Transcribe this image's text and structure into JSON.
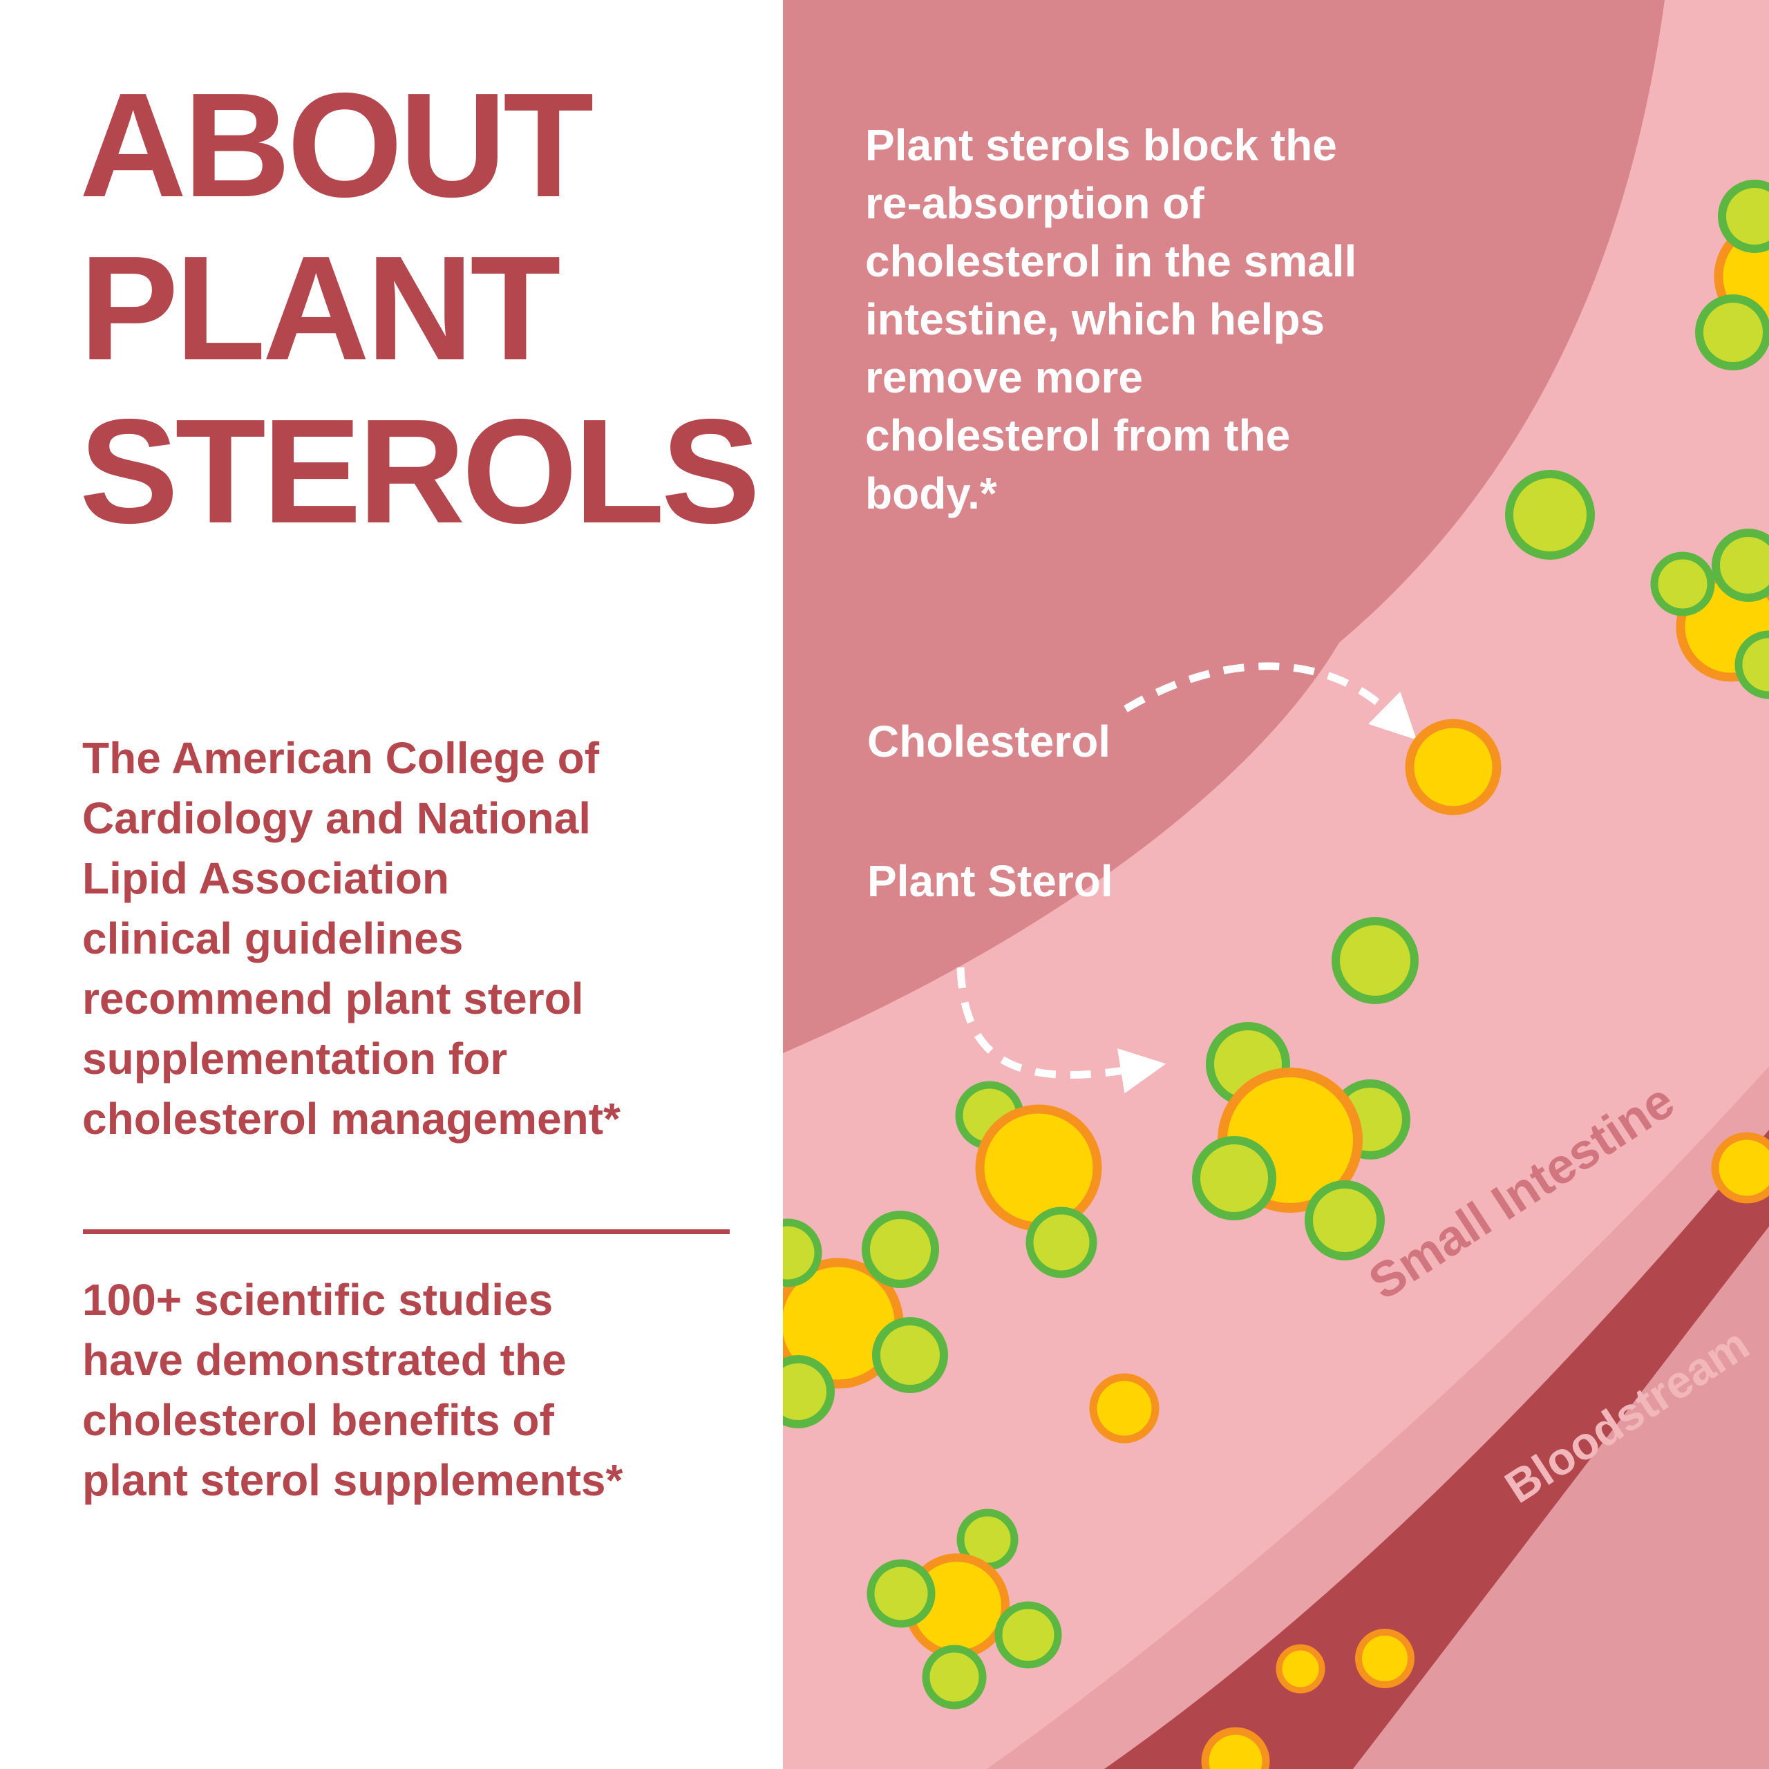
{
  "left_panel": {
    "heading": "ABOUT\nPLANT\nSTEROLS",
    "paragraph1": "The American College of\nCardiology and National\nLipid Association\nclinical guidelines\nrecommend plant sterol\nsupplementation for\ncholesterol management*",
    "paragraph2": "100+ scientific studies\nhave demonstrated the\ncholesterol benefits of\nplant sterol supplements*",
    "text_color": "#B4474D",
    "background": "#FFFFFF"
  },
  "illustration": {
    "caption": "Plant sterols block the\nre-absorption of\ncholesterol in the small\nintestine, which helps\nremove more\ncholesterol from the\nbody.*",
    "labels": {
      "cholesterol": "Cholesterol",
      "plant_sterol": "Plant Sterol",
      "small_intestine": "Small Intestine",
      "bloodstream": "Bloodstream"
    },
    "legend": {
      "cholesterol_molecule": "yellow circle with orange ring",
      "plant_sterol_molecule": "yellow-green circle with green ring",
      "mechanism": "plant sterols surround cholesterol in the small intestine lumen; some cholesterol passes into the bloodstream"
    },
    "colors": {
      "intestine_wall_dark": "#D8868C",
      "lumen_light_pink": "#F3B5B9",
      "wall_band_pink": "#E8A2A8",
      "corner_pink": "#E29AA0",
      "bloodstream_red": "#B2464D",
      "cholesterol_yellow": "#FFD400",
      "cholesterol_ring_orange": "#F6921E",
      "sterol_green_fill": "#C9DC2F",
      "sterol_ring_green": "#5CB642",
      "caption_text": "#FFFFFF",
      "small_intestine_label": "#D1767E",
      "bloodstream_label": "#F2B7BB"
    }
  }
}
